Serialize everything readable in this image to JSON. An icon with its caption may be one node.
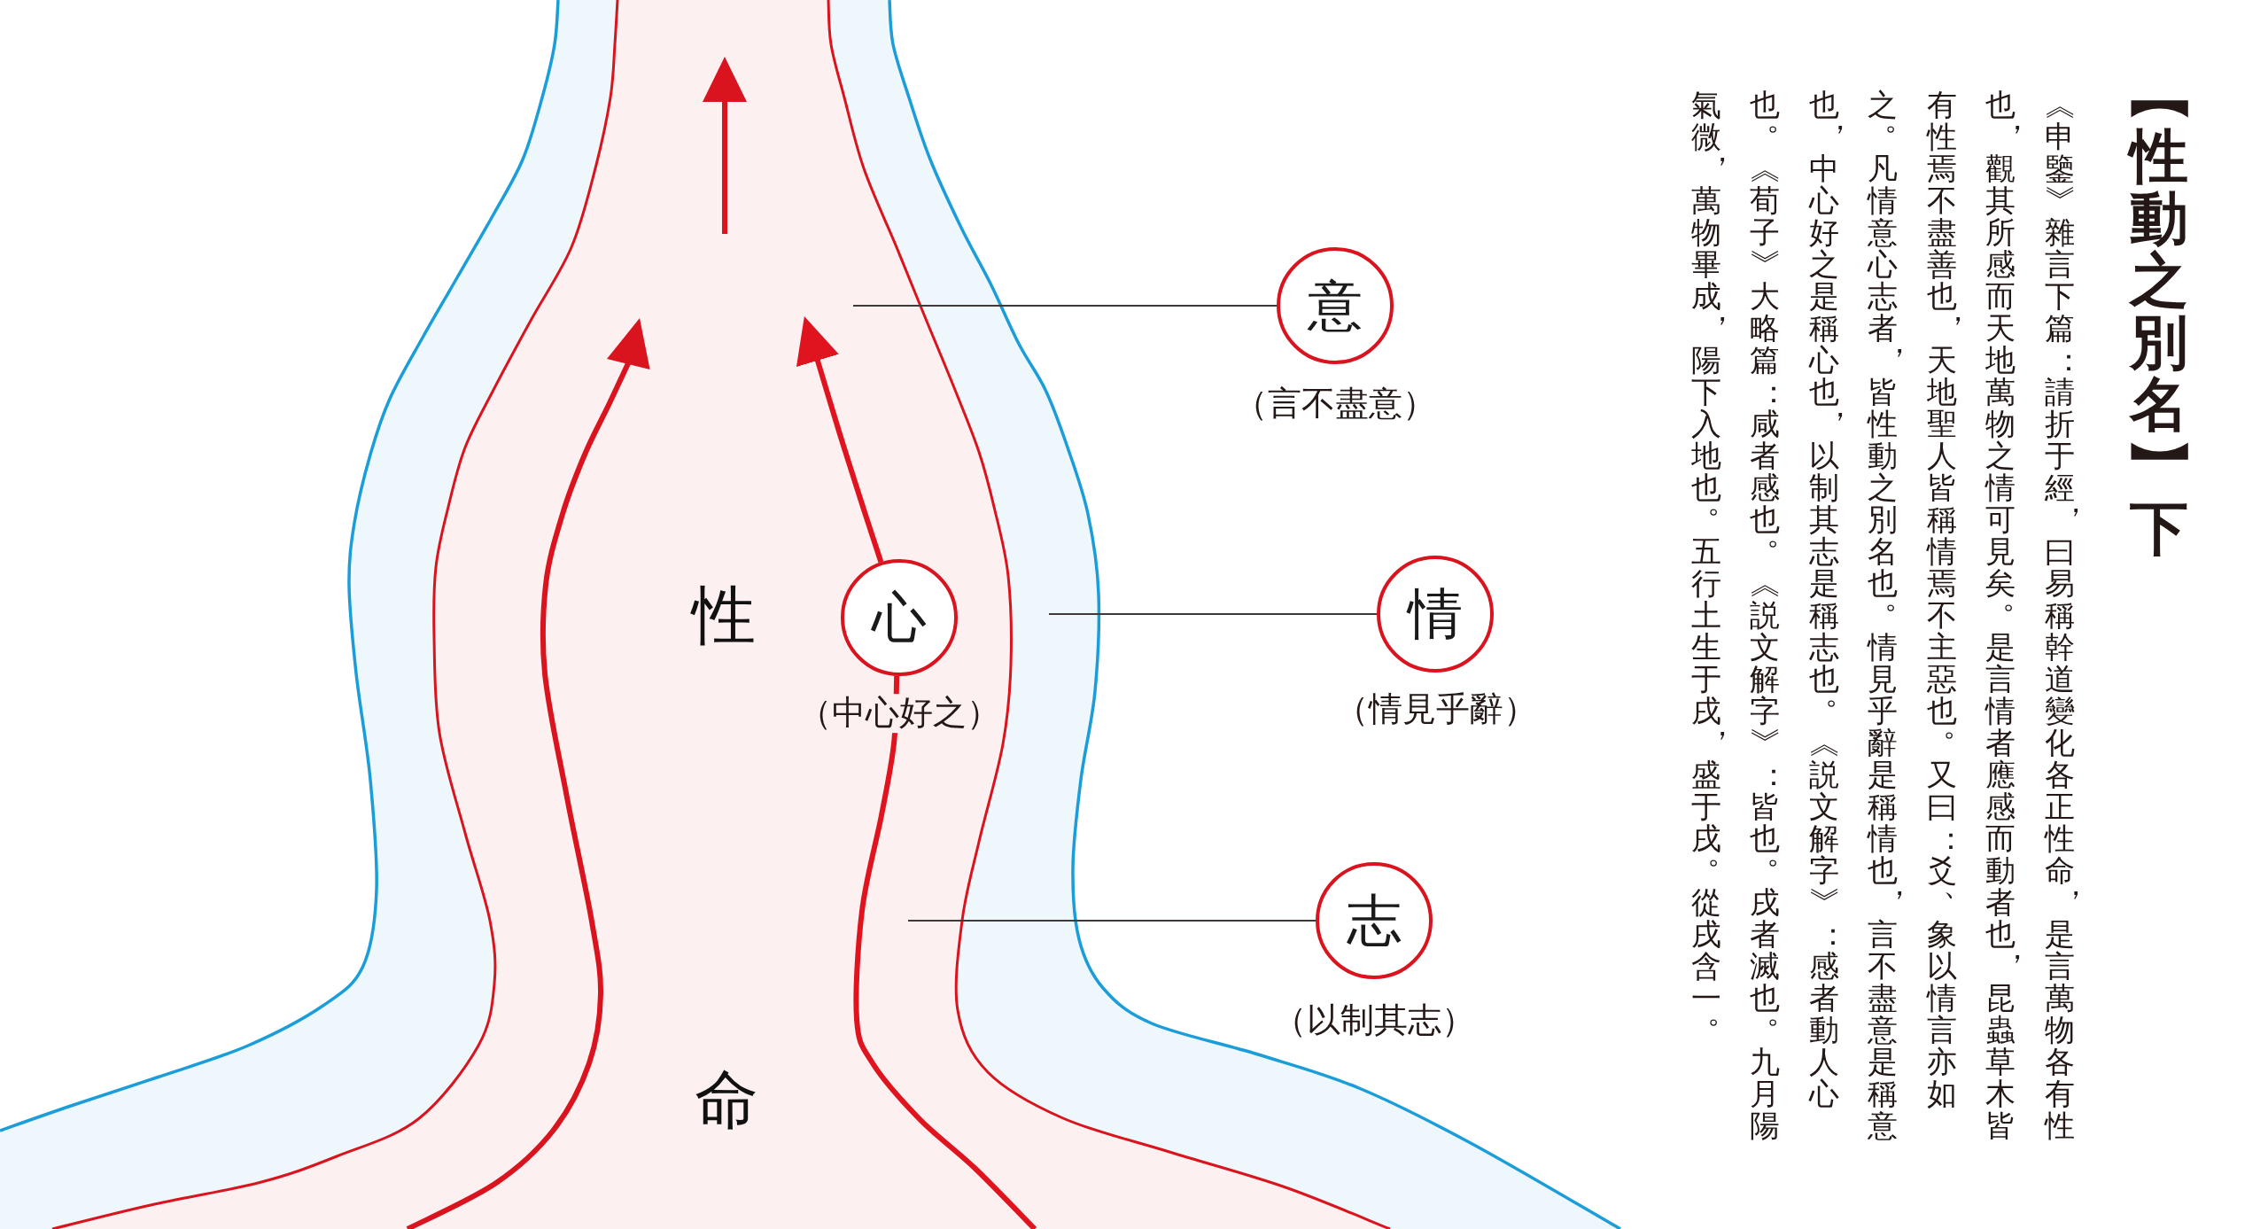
{
  "diagram": {
    "title": "【性動之別名】下",
    "nodes": [
      {
        "text": [
          "意"
        ],
        "beside": [
          "（言不盡意）"
        ]
      },
      {
        "text": [
          "心"
        ],
        "beside": [
          "（中心好之）"
        ]
      },
      {
        "text": [
          "情"
        ],
        "beside": [
          "（情見乎辭）"
        ]
      },
      {
        "text": [
          "志"
        ],
        "beside": [
          "（以制其志）"
        ]
      }
    ],
    "edges": [
      {
        "from": 0,
        "to": null,
        "arrow": "none"
      },
      {
        "from": 1,
        "to": null,
        "arrow": "to",
        "style": "thick",
        "color": "#e0141e"
      },
      {
        "from": 2,
        "to": null,
        "arrow": "none"
      },
      {
        "from": null,
        "to": 1,
        "arrow": "none",
        "style": "thick",
        "color": "#e0141e"
      },
      {
        "from": 3,
        "to": null,
        "arrow": "none"
      }
    ],
    "labels": [
      "性",
      "命",
      "《申鑒》雜言下篇：請折于經，曰易稱幹道變化各正性命，是言萬物各有性也，觀其所感而天地萬物之情可見矣。是言情者應感而動者也，昆蟲草木皆有性焉不盡善也，天地聖人皆稱情焉不主惡也。又曰：爻、象以情言亦如之。凡情意心志者，皆性動之別名也。情見乎辭是稱情也，言不盡意是稱意也，中心好之是稱心也，以制其志是稱志也。《説文解字》：感者動人心也。《荀子》大略篇：咸者感也。《説文解字》：皆也。戌者滅也。九月陽氣微，萬物畢成，陽下入地也。五行土生于戌，盛于戌。從戌含一。"
    ]
  }
}
